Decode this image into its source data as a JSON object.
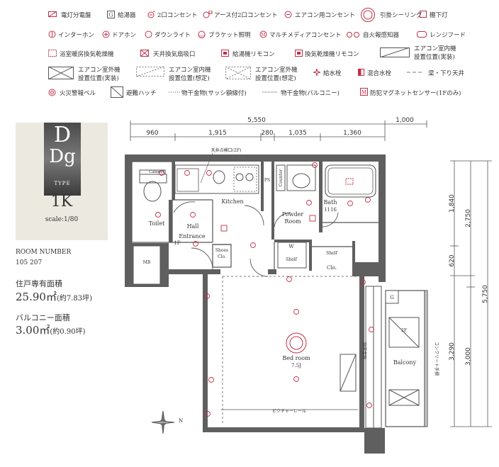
{
  "legend": {
    "items": [
      "電灯分電盤",
      "給湯器",
      "2口コンセント",
      "アース付2口コンセント",
      "エアコン用コンセント",
      "引掛シーリング",
      "棚下灯",
      "インターホン",
      "ドアホン",
      "ダウンライト",
      "ブラケット照明",
      "マルチメディアコンセント",
      "自火報感知器",
      "レンジフード",
      "浴室暖房換気乾燥機",
      "天井換気扇吸口",
      "給湯機リモコン",
      "換気乾燥機リモコン",
      "エアコン室内機",
      "設置位置(実装)",
      "エアコン室外機",
      "設置位置(実装)",
      "エアコン室内機",
      "設置位置(想定)",
      "エアコン室外機",
      "設置位置(想定)",
      "給水栓",
      "混合水栓",
      "梁・下り天井",
      "火災警報ベル",
      "避難ハッチ",
      "物干金物(サッシ額縁付)",
      "物干金物(バルコニー)",
      "防犯マグネットセンサー(1Fのみ)"
    ],
    "icon_glyphs": {
      "G": "G",
      "M": "M"
    }
  },
  "type_badge": {
    "letter1": "D",
    "letter2": "Dg",
    "type": "TYPE",
    "layout": "1K",
    "scale": "scale:1/80"
  },
  "info": {
    "room_number_label": "ROOM NUMBER",
    "room_numbers": "105 207",
    "area_label": "住戸専有面積",
    "area_value": "25.90㎡",
    "area_tsubo": "(約7.83坪)",
    "balcony_label": "バルコニー面積",
    "balcony_value": "3.00㎡",
    "balcony_tsubo": "(約0.90坪)"
  },
  "dimensions": {
    "top_total": "5,550",
    "top_right": "1,000",
    "top_segments": [
      "960",
      "1,915",
      "280",
      "1,035",
      "1,360"
    ],
    "right_1": [
      "1,840",
      "620",
      "3,290"
    ],
    "right_2": [
      "2,750",
      "3,000"
    ],
    "right_3": "5,750"
  },
  "rooms": {
    "toilet": "Toilet",
    "hall": "Hall",
    "kitchen": "Kitchen",
    "powder": "Powder",
    "powder2": "Room",
    "bath": "Bath",
    "bath_size": "1116",
    "entrance": "Entrance",
    "one_f": "1F",
    "shoes": "Shoes",
    "shoes2": "Clo.",
    "clo": "Clo.",
    "shelf": "Shelf",
    "shelf2": "Shelf",
    "w": "W",
    "bedroom": "Bed room",
    "bedroom_size": "7.5J",
    "balcony": "Balcony",
    "mb": "MB",
    "ps": "PS",
    "cabinet": "Cabinet",
    "counter": "Counter",
    "two_f": "2F",
    "g_mark": "G",
    "ceiling_note": "天井点検口(2F)",
    "picture_rail": "ピクチャーレール",
    "laundry_note": "物干金物",
    "handrail_note": "コンクリート手摺",
    "n_mark": "N"
  }
}
